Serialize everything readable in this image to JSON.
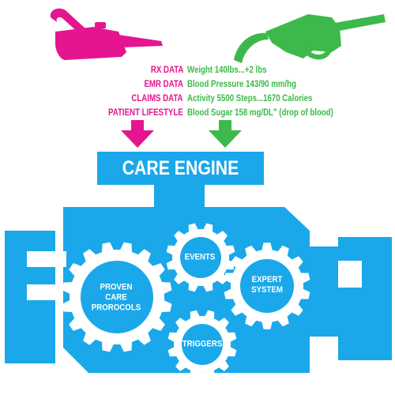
{
  "colors": {
    "magenta": "#e5158f",
    "green": "#3cb94a",
    "engine_blue": "#1aa8ea",
    "white": "#ffffff"
  },
  "icons": {
    "oil_can": "oil-can-icon",
    "fuel_nozzle": "fuel-nozzle-icon"
  },
  "data_sources": [
    {
      "label": "RX DATA"
    },
    {
      "label": "EMR DATA"
    },
    {
      "label": "CLAIMS DATA"
    },
    {
      "label": "PATIENT LIFESTYLE"
    }
  ],
  "metrics": [
    {
      "label": "Weight 140lbs...+2 lbs"
    },
    {
      "label": "Blood Pressure 143/90 mm/hg"
    },
    {
      "label": "Activity 5500 Steps...1670 Calories"
    },
    {
      "label": "Blood Sugar 158 mg/DL\" (drop of blood)"
    }
  ],
  "engine": {
    "title": "CARE ENGINE"
  },
  "gears": {
    "proven_care": {
      "line1": "PROVEN",
      "line2": "CARE",
      "line3": "PROROCOLS"
    },
    "events": {
      "label": "EVENTS"
    },
    "expert_system": {
      "line1": "EXPERT",
      "line2": "SYSTEM"
    },
    "triggers": {
      "label": "TRIGGERS"
    }
  }
}
